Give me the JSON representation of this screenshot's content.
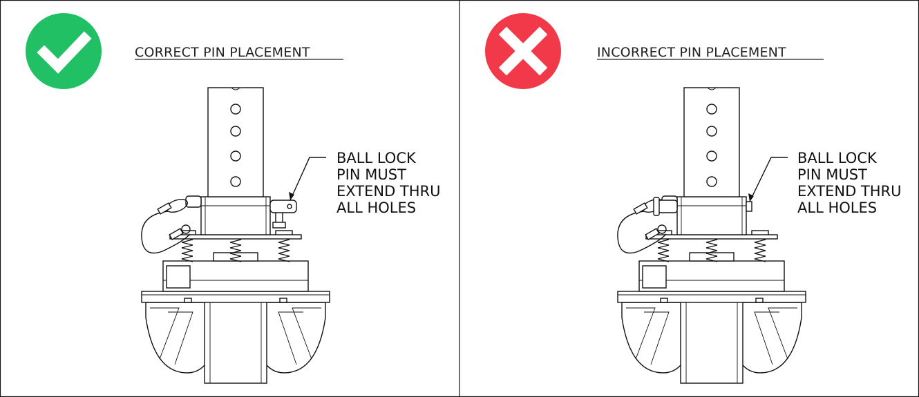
{
  "panels": [
    {
      "id": "correct",
      "title": "CORRECT PIN PLACEMENT",
      "status": "correct",
      "status_icon": "checkmark-icon",
      "status_color": "#21c065",
      "callout": [
        "BALL LOCK",
        "PIN MUST",
        "EXTEND THRU",
        "ALL HOLES"
      ],
      "pin_through_all_holes": true
    },
    {
      "id": "incorrect",
      "title": "INCORRECT PIN PLACEMENT",
      "status": "incorrect",
      "status_icon": "x-mark-icon",
      "status_color": "#f2394a",
      "callout": [
        "BALL LOCK",
        "PIN MUST",
        "EXTEND THRU",
        "ALL HOLES"
      ],
      "pin_through_all_holes": false
    }
  ]
}
